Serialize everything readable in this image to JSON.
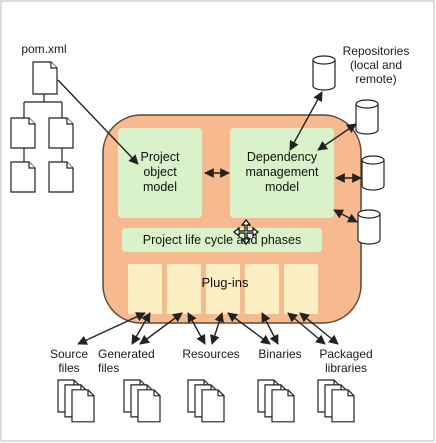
{
  "colors": {
    "outer_fill": "#f7b98e",
    "outer_stroke": "#5a4a3a",
    "box_fill": "#d9f2c9",
    "plugin_fill": "#fbf0c4",
    "doc_stroke": "#222222",
    "arrow": "#222222"
  },
  "labels": {
    "pom": "pom.xml",
    "repositories": "Repositories\n(local and\nremote)",
    "project_object_model": "Project\nobject\nmodel",
    "dependency_model": "Dependency\nmanagement\nmodel",
    "lifecycle": "Project life cycle and phases",
    "plugins": "Plug-ins",
    "source_files": "Source\nfiles",
    "generated_files": "Generated\nfiles",
    "resources": "Resources",
    "binaries": "Binaries",
    "packaged_libraries": "Packaged\nlibraries"
  }
}
